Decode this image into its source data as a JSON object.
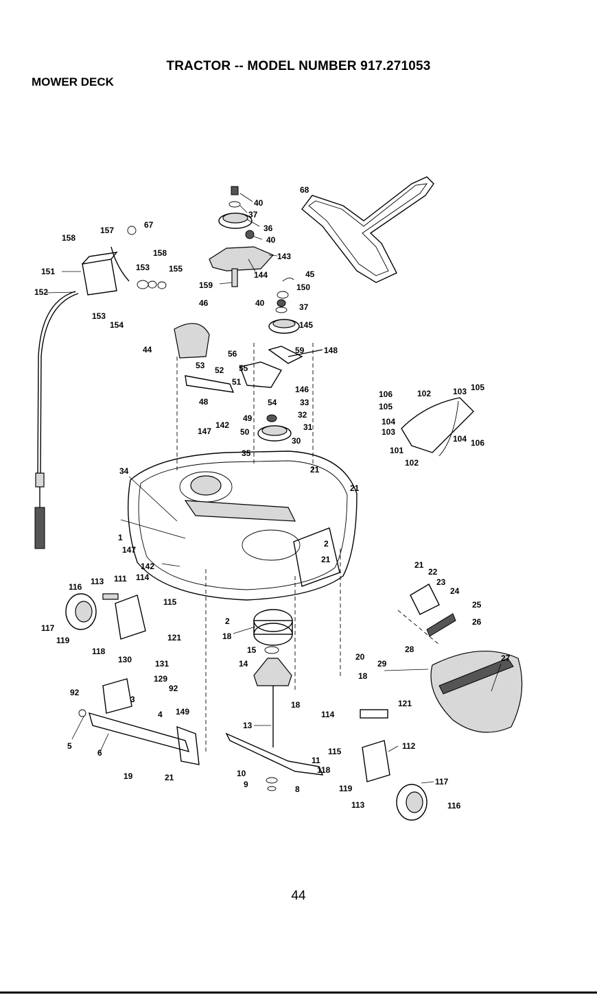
{
  "header": {
    "title": "TRACTOR -- MODEL NUMBER 917.271053",
    "section": "MOWER DECK"
  },
  "footer": {
    "page_number": "44"
  },
  "diagram": {
    "callouts": [
      "68",
      "40",
      "37",
      "36",
      "40",
      "143",
      "144",
      "45",
      "150",
      "159",
      "40",
      "37",
      "145",
      "157",
      "67",
      "158",
      "158",
      "153",
      "155",
      "151",
      "152",
      "153",
      "154",
      "46",
      "44",
      "56",
      "59",
      "148",
      "53",
      "52",
      "55",
      "51",
      "146",
      "48",
      "54",
      "33",
      "32",
      "49",
      "50",
      "31",
      "147",
      "142",
      "30",
      "35",
      "21",
      "34",
      "21",
      "1",
      "147",
      "2",
      "21",
      "142",
      "114",
      "113",
      "111",
      "116",
      "115",
      "117",
      "119",
      "121",
      "118",
      "2",
      "18",
      "15",
      "14",
      "20",
      "18",
      "18",
      "130",
      "131",
      "129",
      "92",
      "92",
      "3",
      "4",
      "149",
      "5",
      "6",
      "13",
      "11",
      "10",
      "9",
      "8",
      "19",
      "21",
      "106",
      "102",
      "103",
      "105",
      "105",
      "104",
      "103",
      "104",
      "106",
      "101",
      "102",
      "21",
      "22",
      "23",
      "24",
      "25",
      "26",
      "28",
      "27",
      "29",
      "114",
      "121",
      "112",
      "115",
      "118",
      "119",
      "117",
      "113",
      "116"
    ]
  }
}
